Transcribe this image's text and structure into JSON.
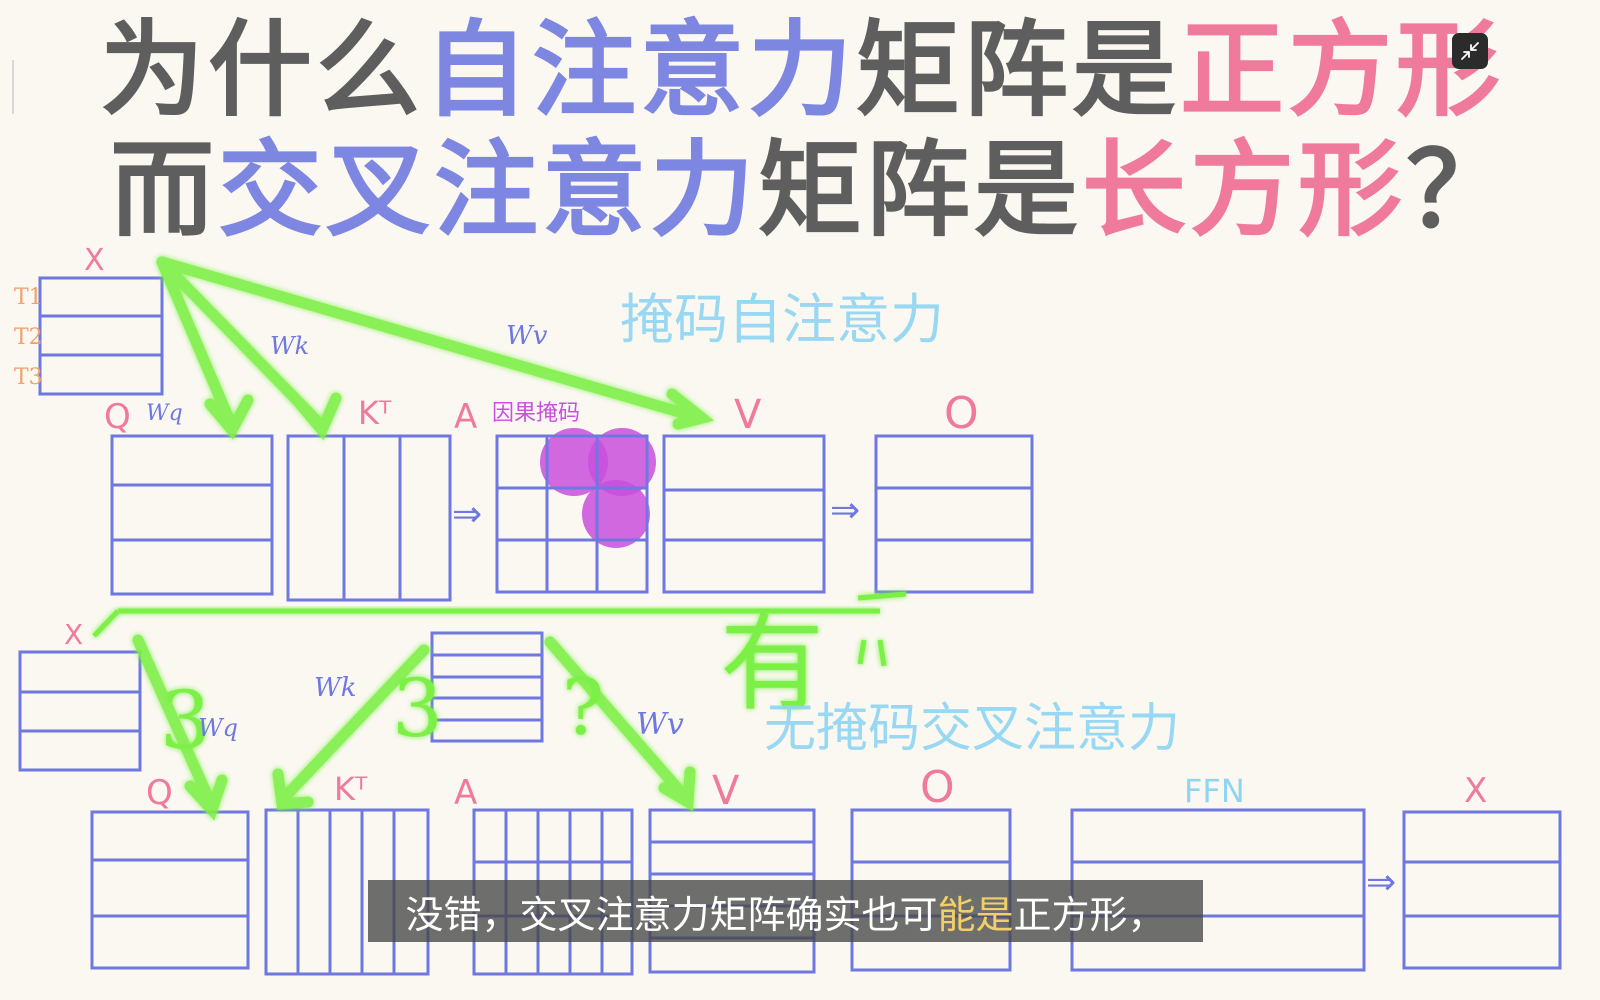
{
  "title": {
    "line1": [
      "为什么",
      "自注意力",
      "矩阵是",
      "正方形"
    ],
    "line2": [
      "而",
      "交叉注意力",
      "矩阵是",
      "长方形",
      "？"
    ]
  },
  "labels": {
    "x": "X",
    "t1": "T1",
    "t2": "T2",
    "t3": "T3",
    "wk": "Wk",
    "wv": "Wv",
    "wq": "Wq",
    "q": "Q",
    "kt": "Kᵀ",
    "a": "A",
    "v": "V",
    "o": "O",
    "ffn": "FFN",
    "causal_mask": "因果掩码",
    "masked_self_attention": "掩码自注意力",
    "unmasked_cross_attention": "无掩码交叉注意力",
    "handwritten_you": "有",
    "num_three": "3",
    "question": "?",
    "arrow": "⇒"
  },
  "subtitle": {
    "before": "没错，交叉注意力矩阵确实也可",
    "highlight": "能是",
    "after": "正方形，"
  },
  "icons": {
    "fullscreen_exit": "exit-fullscreen-icon"
  },
  "colors": {
    "background": "#fbf8f2",
    "grid": "#6e78e0",
    "arrow": "#7df046",
    "label_pink": "#ef7a9c",
    "label_cyan": "#8fd5f2",
    "mask": "#c94fdd"
  }
}
